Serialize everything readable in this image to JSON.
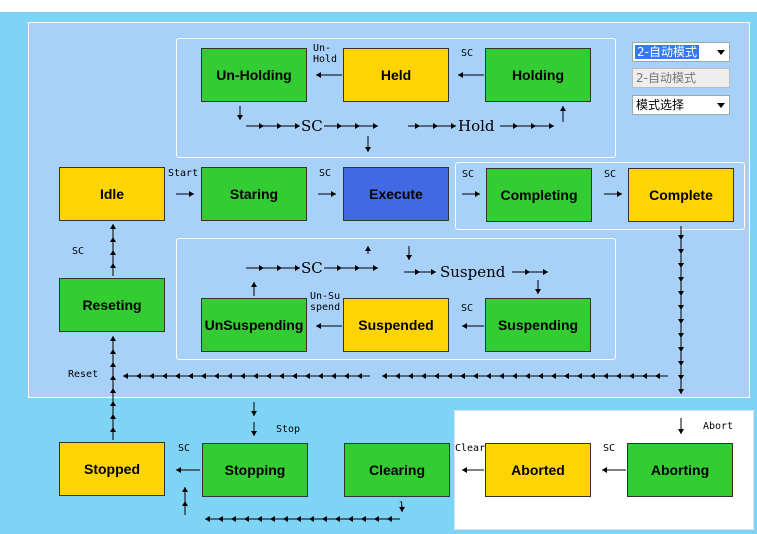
{
  "mode_selects": {
    "select1": "2-自动模式",
    "select2": "2-自动模式",
    "select3": "模式选择"
  },
  "states": {
    "unholding": "Un-Holding",
    "held": "Held",
    "holding": "Holding",
    "idle": "Idle",
    "starting": "Staring",
    "execute": "Execute",
    "completing": "Completing",
    "complete": "Complete",
    "resetting": "Reseting",
    "unsuspending": "UnSuspending",
    "suspended": "Suspended",
    "suspending": "Suspending",
    "stopped": "Stopped",
    "stopping": "Stopping",
    "clearing": "Clearing",
    "aborted": "Aborted",
    "aborting": "Aborting"
  },
  "labels": {
    "unhold": "Un-\nHold",
    "sc": "SC",
    "start": "Start",
    "unsuspend": "Un-Su\nspend",
    "reset": "Reset",
    "stop": "Stop",
    "clear": "Clear",
    "abort": "Abort",
    "clear_marker": "l"
  },
  "flow_text": {
    "sc": "SC",
    "hold": "Hold",
    "suspend": "Suspend"
  },
  "colors": {
    "green": "#33cc33",
    "yellow": "#ffd400",
    "blue": "#4169e1",
    "background": "#7fd3f5",
    "panel": "#a7d1f9"
  }
}
